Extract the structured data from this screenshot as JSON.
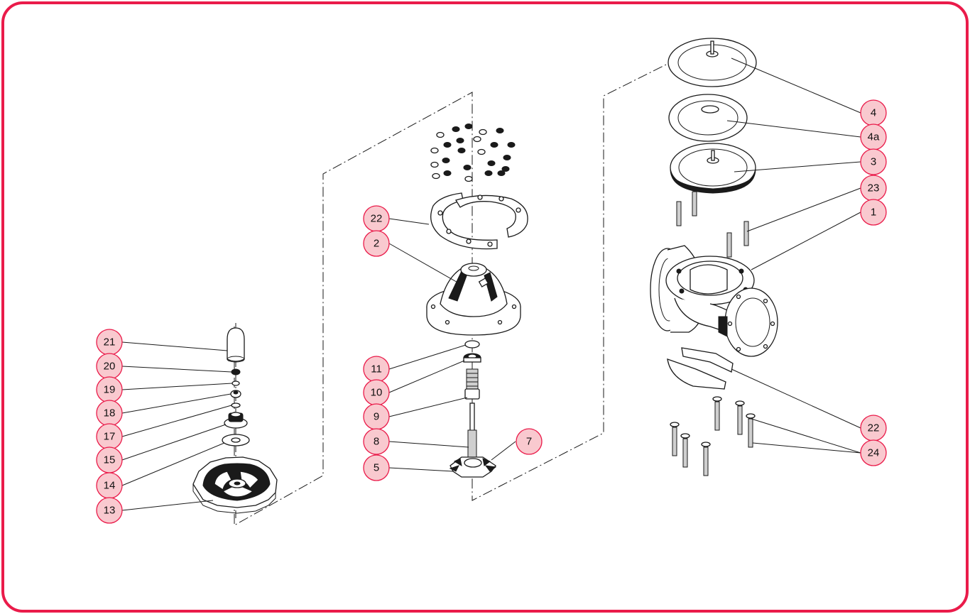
{
  "colors": {
    "frame": "#ea1b4a",
    "bubble_fill": "#f9c9cf",
    "bubble_stroke": "#ea1b4a",
    "line": "#1a1a1a"
  },
  "callouts": [
    {
      "id": "c-21",
      "label": "21"
    },
    {
      "id": "c-20",
      "label": "20"
    },
    {
      "id": "c-19",
      "label": "19"
    },
    {
      "id": "c-18",
      "label": "18"
    },
    {
      "id": "c-17",
      "label": "17"
    },
    {
      "id": "c-15",
      "label": "15"
    },
    {
      "id": "c-14",
      "label": "14"
    },
    {
      "id": "c-13",
      "label": "13"
    },
    {
      "id": "c-22a",
      "label": "22"
    },
    {
      "id": "c-2",
      "label": "2"
    },
    {
      "id": "c-11",
      "label": "11"
    },
    {
      "id": "c-10",
      "label": "10"
    },
    {
      "id": "c-9",
      "label": "9"
    },
    {
      "id": "c-8",
      "label": "8"
    },
    {
      "id": "c-5",
      "label": "5"
    },
    {
      "id": "c-7",
      "label": "7"
    },
    {
      "id": "c-4",
      "label": "4"
    },
    {
      "id": "c-4a",
      "label": "4a"
    },
    {
      "id": "c-3",
      "label": "3"
    },
    {
      "id": "c-23",
      "label": "23"
    },
    {
      "id": "c-1",
      "label": "1"
    },
    {
      "id": "c-22b",
      "label": "22"
    },
    {
      "id": "c-24",
      "label": "24"
    }
  ]
}
